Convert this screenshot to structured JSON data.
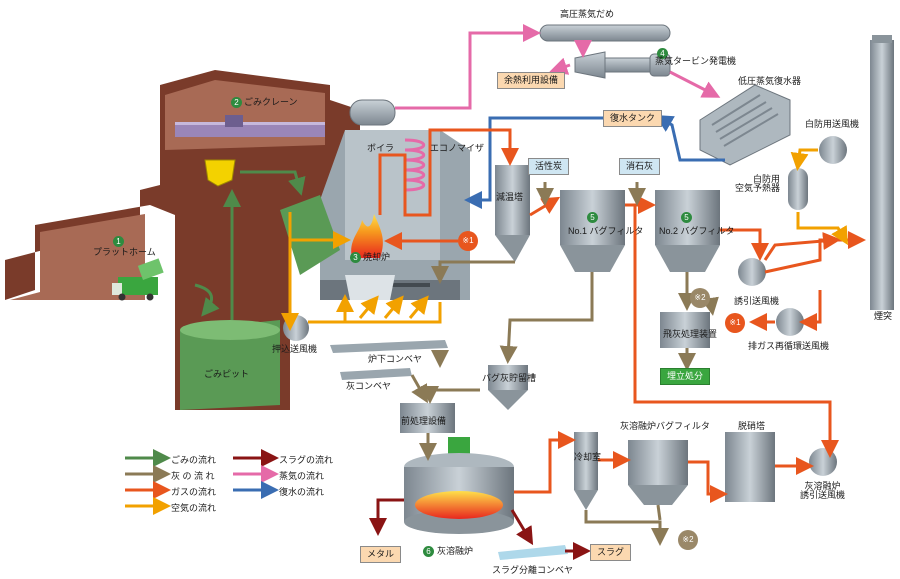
{
  "labels": {
    "high_pressure_steam_drum": "高圧蒸気だめ",
    "steam_turbine_generator": "蒸気タービン発電機",
    "waste_heat_utilization": "余熱利用設備",
    "low_pressure_condenser": "低圧蒸気復水器",
    "condensate_tank": "復水タンク",
    "garbage_crane": "ごみクレーン",
    "boiler": "ボイラ",
    "economizer": "エコノマイザ",
    "cooling_tower": "減温塔",
    "activated_carbon": "活性炭",
    "slaked_lime": "消石灰",
    "bag_filter_1": "No.1 バグフィルタ",
    "bag_filter_2": "No.2 バグフィルタ",
    "white_smoke_fan": "白防用送風機",
    "white_smoke_preheater": "白防用\n空気予熱器",
    "chimney": "煙突",
    "platform": "プラットホーム",
    "incinerator": "焼却炉",
    "forced_draft_fan": "押込送風機",
    "garbage_pit": "ごみピット",
    "under_furnace_conveyor": "炉下コンベヤ",
    "ash_conveyor": "灰コンベヤ",
    "bag_ash_hopper": "バグ灰貯留槽",
    "induced_draft_fan": "誘引送風機",
    "fly_ash_treatment": "飛灰処理装置",
    "landfill": "埋立処分",
    "exhaust_recirculation_fan": "排ガス再循環送風機",
    "pretreatment": "前処理設備",
    "cooling_chamber": "冷却室",
    "ash_melt_bag_filter": "灰溶融炉バグフィルタ",
    "denitration_tower": "脱硝塔",
    "ash_melt_induced_fan": "灰溶融炉\n誘引送風機",
    "metal": "メタル",
    "ash_melting_furnace": "灰溶融炉",
    "slag": "スラグ",
    "slag_separation_conveyor": "スラグ分離コンベヤ"
  },
  "numbers": {
    "platform": "1",
    "crane": "2",
    "incinerator": "3",
    "generator": "4",
    "bag1": "5",
    "bag2": "5",
    "melting": "6"
  },
  "refs": {
    "ref1": "※1",
    "ref2": "※2"
  },
  "legend": [
    {
      "label": "ごみの流れ",
      "color": "#4f8a4a"
    },
    {
      "label": "灰 の 流 れ",
      "color": "#8b7a56"
    },
    {
      "label": "ガスの流れ",
      "color": "#e8561e"
    },
    {
      "label": "空気の流れ",
      "color": "#f2a100"
    },
    {
      "label": "スラグの流れ",
      "color": "#8a1414"
    },
    {
      "label": "蒸気の流れ",
      "color": "#e56aa8"
    },
    {
      "label": "復水の流れ",
      "color": "#3a6db2"
    }
  ]
}
